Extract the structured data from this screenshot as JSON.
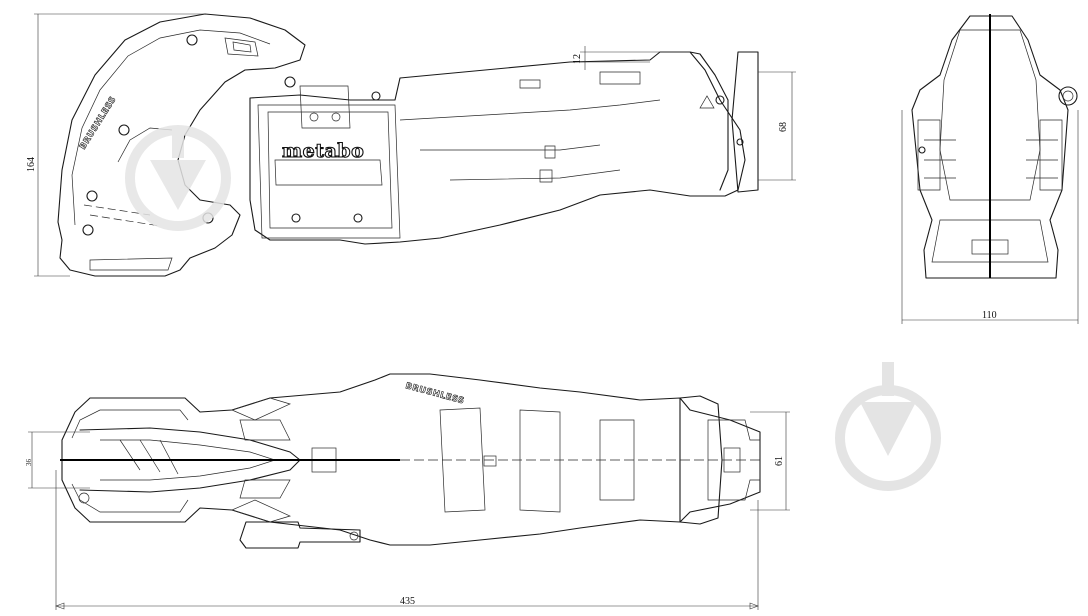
{
  "drawing": {
    "brand_logo": "metabo",
    "motor_label": "BRUSHLESS",
    "dimensions": {
      "side_height": "164",
      "blade_offset": "12",
      "nose_height": "68",
      "front_width": "110",
      "top_small": "36",
      "top_nose_width": "61",
      "total_length": "435"
    },
    "watermark_icon": "download-arrow-icon",
    "line_color": "#1a1a1a",
    "watermark_color": "#e4e4e4"
  }
}
